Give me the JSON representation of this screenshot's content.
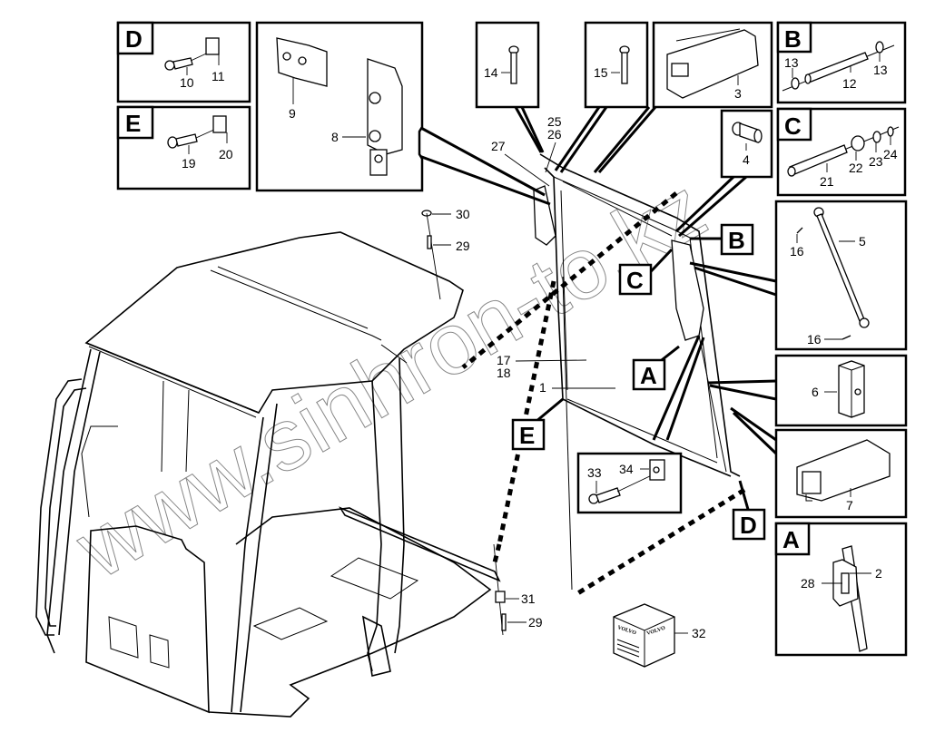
{
  "title": "Cab and door assembly parts diagram",
  "watermark": "www.sinhron-to.kz",
  "detail_panels": [
    {
      "id": "D",
      "letter": "D",
      "parts": [
        "10",
        "11"
      ]
    },
    {
      "id": "E",
      "letter": "E",
      "parts": [
        "19",
        "20"
      ]
    },
    {
      "id": "hinge",
      "letter": "",
      "parts": [
        "9",
        "8"
      ]
    },
    {
      "id": "bolt14",
      "letter": "",
      "parts": [
        "14"
      ]
    },
    {
      "id": "bolt15",
      "letter": "",
      "parts": [
        "15"
      ]
    },
    {
      "id": "seal3",
      "letter": "",
      "parts": [
        "3"
      ]
    },
    {
      "id": "B",
      "letter": "B",
      "parts": [
        "13",
        "12",
        "13"
      ]
    },
    {
      "id": "bush4",
      "letter": "",
      "parts": [
        "4"
      ]
    },
    {
      "id": "C",
      "letter": "C",
      "parts": [
        "21",
        "22",
        "23",
        "24"
      ]
    },
    {
      "id": "strut5",
      "letter": "",
      "parts": [
        "16",
        "5",
        "16"
      ]
    },
    {
      "id": "block6",
      "letter": "",
      "parts": [
        "6"
      ]
    },
    {
      "id": "seal7",
      "letter": "",
      "parts": [
        "7"
      ]
    },
    {
      "id": "A",
      "letter": "A",
      "parts": [
        "28",
        "2"
      ]
    },
    {
      "id": "bolt33",
      "letter": "",
      "parts": [
        "33",
        "34"
      ]
    }
  ],
  "callouts": {
    "B": "B",
    "C": "C",
    "A": "A",
    "E": "E",
    "D": "D"
  },
  "labels": {
    "p1": "1",
    "p2": "2",
    "p3": "3",
    "p4": "4",
    "p5": "5",
    "p6": "6",
    "p7": "7",
    "p8": "8",
    "p9": "9",
    "p10": "10",
    "p11": "11",
    "p12": "12",
    "p13a": "13",
    "p13b": "13",
    "p14": "14",
    "p15": "15",
    "p16a": "16",
    "p16b": "16",
    "p17": "17",
    "p18": "18",
    "p19": "19",
    "p20": "20",
    "p21": "21",
    "p22": "22",
    "p23": "23",
    "p24": "24",
    "p25": "25",
    "p26": "26",
    "p27": "27",
    "p28": "28",
    "p29a": "29",
    "p29b": "29",
    "p30": "30",
    "p31": "31",
    "p32": "32",
    "p33": "33",
    "p34": "34"
  },
  "kit_box": {
    "brand_left": "VOLVO",
    "brand_right": "VOLVO"
  },
  "colors": {
    "line": "#000000",
    "background": "#ffffff",
    "watermark": "#888888"
  }
}
